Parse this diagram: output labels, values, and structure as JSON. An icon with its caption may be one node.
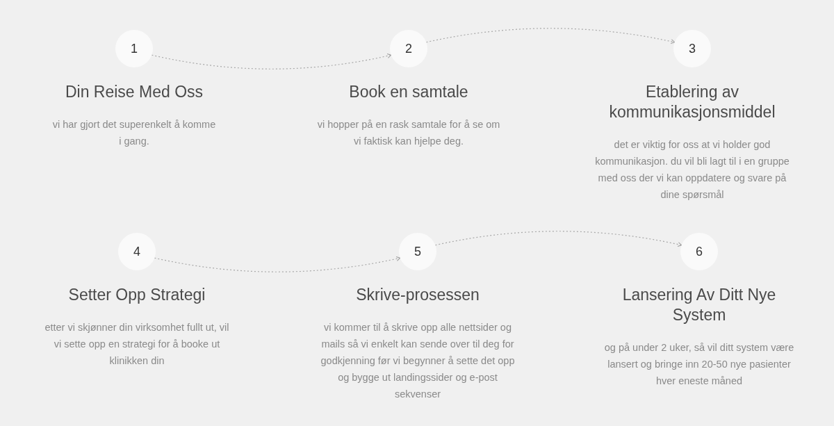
{
  "diagram": {
    "nodes": [
      {
        "text": [
          "1"
        ],
        "beside": [
          "Din Reise Med Oss",
          "vi har gjort det superenkelt å komme i gang."
        ]
      },
      {
        "text": [
          "2"
        ],
        "beside": [
          "Book en samtale",
          "vi hopper på en rask samtale for å se om vi faktisk kan hjelpe deg."
        ]
      },
      {
        "text": [
          "3"
        ],
        "beside": [
          "Etablering av kommunikasjonsmiddel",
          "det er viktig for oss at vi holder god kommunikasjon. du vil bli lagt til i en gruppe med oss der vi kan oppdatere og svare på dine spørsmål"
        ]
      },
      {
        "text": [
          "4"
        ],
        "beside": [
          "Setter Opp Strategi",
          "etter vi skjønner din virksomhet fullt ut, vil vi sette opp en strategi for å booke ut klinikken din"
        ]
      },
      {
        "text": [
          "5"
        ],
        "beside": [
          "Skrive-prosessen",
          "vi kommer til å skrive opp alle nettsider og mails så vi enkelt kan sende over til deg for godkjenning før vi begynner å sette det opp og bygge ut landingssider og e-post sekvenser"
        ]
      },
      {
        "text": [
          "6"
        ],
        "beside": [
          "Lansering Av Ditt Nye System",
          "og på under 2 uker, så vil ditt system være lansert og bringe inn 20-50 nye pasienter hver eneste måned"
        ]
      }
    ],
    "edges": [
      {
        "from": 0,
        "to": 1,
        "arrow": "to",
        "style": "dashed"
      },
      {
        "from": 1,
        "to": 2,
        "arrow": "to",
        "style": "dashed"
      },
      {
        "from": 3,
        "to": 4,
        "arrow": "to",
        "style": "dashed"
      },
      {
        "from": 4,
        "to": 5,
        "arrow": "to",
        "style": "dashed"
      }
    ]
  }
}
